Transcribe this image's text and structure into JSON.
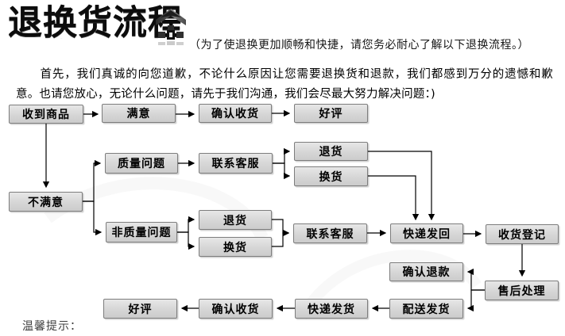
{
  "header": {
    "logo_title": "退换货流程",
    "logo_icon": "house-arrow-icon",
    "caption": "（为了使退换更加顺畅和快捷，请您务必耐心了解以下退换流程。）"
  },
  "intro": {
    "text": "首先，我们真诚的向您道歉，不论什么原因让您需要退换货和退款，我们都感到万分的遗憾和歉意。也请您放心，无论什么问题，请先于我们沟通，我们会尽最大努力解决问题：)"
  },
  "flowchart": {
    "nodes": {
      "received": {
        "label": "收到商品"
      },
      "satisfied": {
        "label": "满意"
      },
      "confirm_receipt_top": {
        "label": "确认收货"
      },
      "good_review_top": {
        "label": "好评"
      },
      "quality_issue": {
        "label": "质量问题"
      },
      "contact_service_quality": {
        "label": "联系客服"
      },
      "return_quality": {
        "label": "退货"
      },
      "exchange_quality": {
        "label": "换货"
      },
      "unsatisfied": {
        "label": "不满意"
      },
      "non_quality_issue": {
        "label": "非质量问题"
      },
      "return_non_quality": {
        "label": "退货"
      },
      "exchange_non_quality": {
        "label": "换货"
      },
      "contact_service_non_quality": {
        "label": "联系客服"
      },
      "express_send_back": {
        "label": "快递发回"
      },
      "receipt_register": {
        "label": "收货登记"
      },
      "confirm_refund": {
        "label": "确认退款"
      },
      "after_sales": {
        "label": "售后处理"
      },
      "dispatch_delivery": {
        "label": "配送发货"
      },
      "express_delivery": {
        "label": "快递发货"
      },
      "confirm_receipt_bottom": {
        "label": "确认收货"
      },
      "good_review_bottom": {
        "label": "好评"
      }
    },
    "edges": [
      {
        "from": "received",
        "to": "satisfied"
      },
      {
        "from": "satisfied",
        "to": "confirm_receipt_top"
      },
      {
        "from": "confirm_receipt_top",
        "to": "good_review_top"
      },
      {
        "from": "received",
        "to": "unsatisfied"
      },
      {
        "from": "unsatisfied",
        "to": "quality_issue"
      },
      {
        "from": "unsatisfied",
        "to": "non_quality_issue"
      },
      {
        "from": "quality_issue",
        "to": "contact_service_quality"
      },
      {
        "from": "contact_service_quality",
        "to": "return_quality"
      },
      {
        "from": "contact_service_quality",
        "to": "exchange_quality"
      },
      {
        "from": "return_quality",
        "to": "express_send_back"
      },
      {
        "from": "exchange_quality",
        "to": "express_send_back"
      },
      {
        "from": "non_quality_issue",
        "to": "return_non_quality"
      },
      {
        "from": "non_quality_issue",
        "to": "exchange_non_quality"
      },
      {
        "from": "return_non_quality",
        "to": "contact_service_non_quality"
      },
      {
        "from": "exchange_non_quality",
        "to": "contact_service_non_quality"
      },
      {
        "from": "contact_service_non_quality",
        "to": "express_send_back"
      },
      {
        "from": "express_send_back",
        "to": "receipt_register"
      },
      {
        "from": "receipt_register",
        "to": "after_sales"
      },
      {
        "from": "after_sales",
        "to": "confirm_refund"
      },
      {
        "from": "after_sales",
        "to": "dispatch_delivery"
      },
      {
        "from": "dispatch_delivery",
        "to": "express_delivery"
      },
      {
        "from": "express_delivery",
        "to": "confirm_receipt_bottom"
      },
      {
        "from": "confirm_receipt_bottom",
        "to": "good_review_bottom"
      }
    ]
  },
  "footer": {
    "tip_label": "温馨提示："
  },
  "colors": {
    "box_fill_top": "#e7e7e7",
    "box_fill_bottom": "#cccccc",
    "box_border": "#7d7d7d",
    "line": "#000000",
    "text": "#000000"
  }
}
